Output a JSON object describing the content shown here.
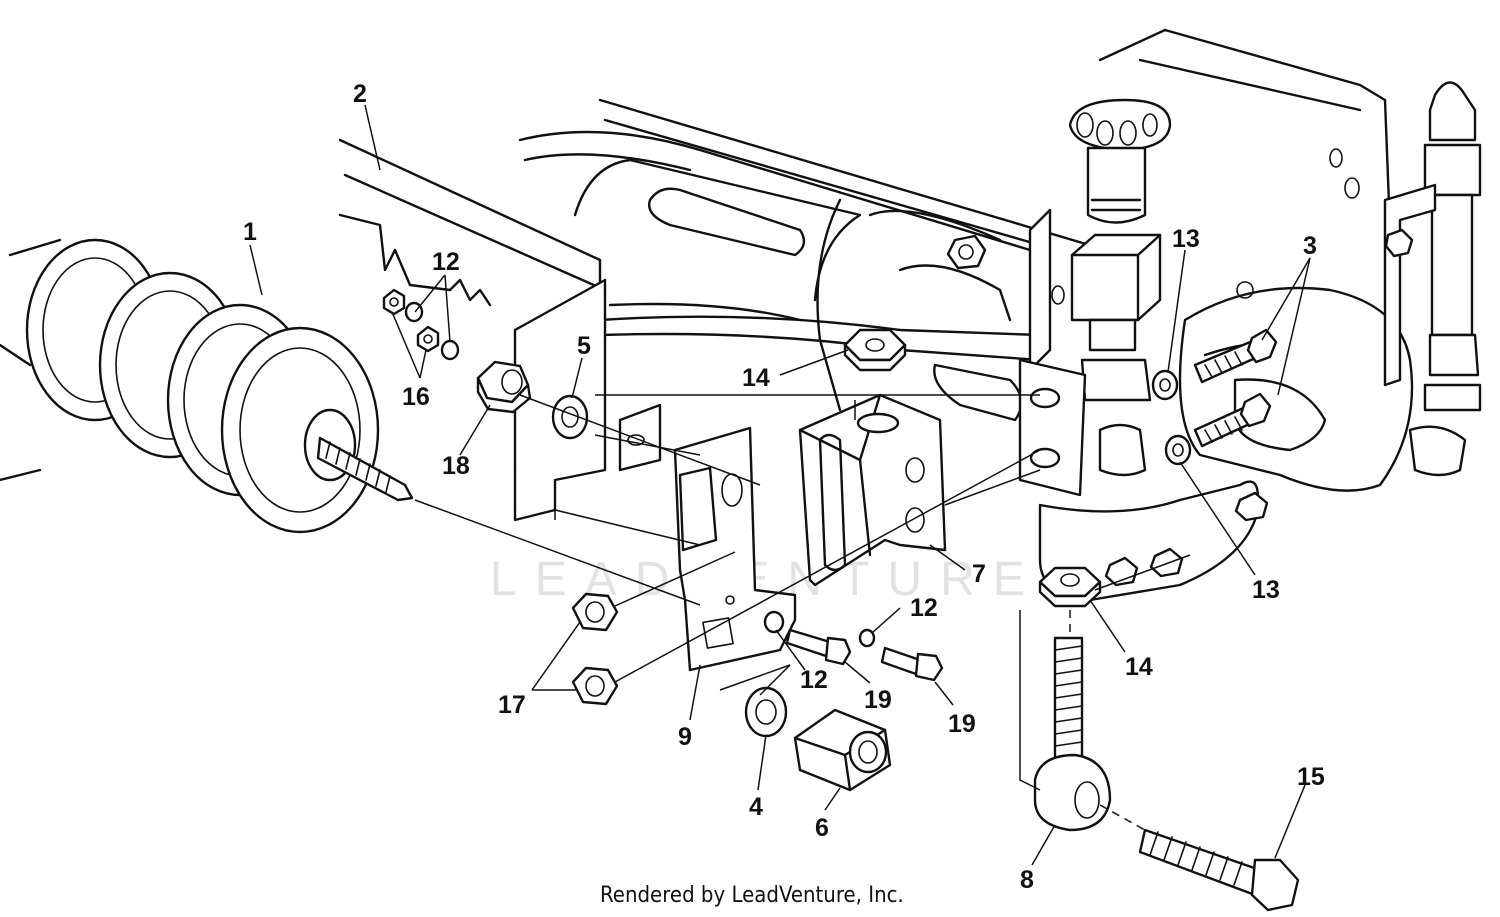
{
  "watermark": "LEADVENTURE",
  "credit": "Rendered by LeadVenture, Inc.",
  "callouts": [
    {
      "id": "c1",
      "text": "1"
    },
    {
      "id": "c2",
      "text": "2"
    },
    {
      "id": "c3",
      "text": "3"
    },
    {
      "id": "c4",
      "text": "4"
    },
    {
      "id": "c5",
      "text": "5"
    },
    {
      "id": "c6",
      "text": "6"
    },
    {
      "id": "c7",
      "text": "7"
    },
    {
      "id": "c8",
      "text": "8"
    },
    {
      "id": "c9",
      "text": "9"
    },
    {
      "id": "c12a",
      "text": "12"
    },
    {
      "id": "c12b",
      "text": "12"
    },
    {
      "id": "c12c",
      "text": "12"
    },
    {
      "id": "c13a",
      "text": "13"
    },
    {
      "id": "c13b",
      "text": "13"
    },
    {
      "id": "c14a",
      "text": "14"
    },
    {
      "id": "c14b",
      "text": "14"
    },
    {
      "id": "c15",
      "text": "15"
    },
    {
      "id": "c16",
      "text": "16"
    },
    {
      "id": "c17",
      "text": "17"
    },
    {
      "id": "c18",
      "text": "18"
    },
    {
      "id": "c19a",
      "text": "19"
    },
    {
      "id": "c19b",
      "text": "19"
    }
  ]
}
